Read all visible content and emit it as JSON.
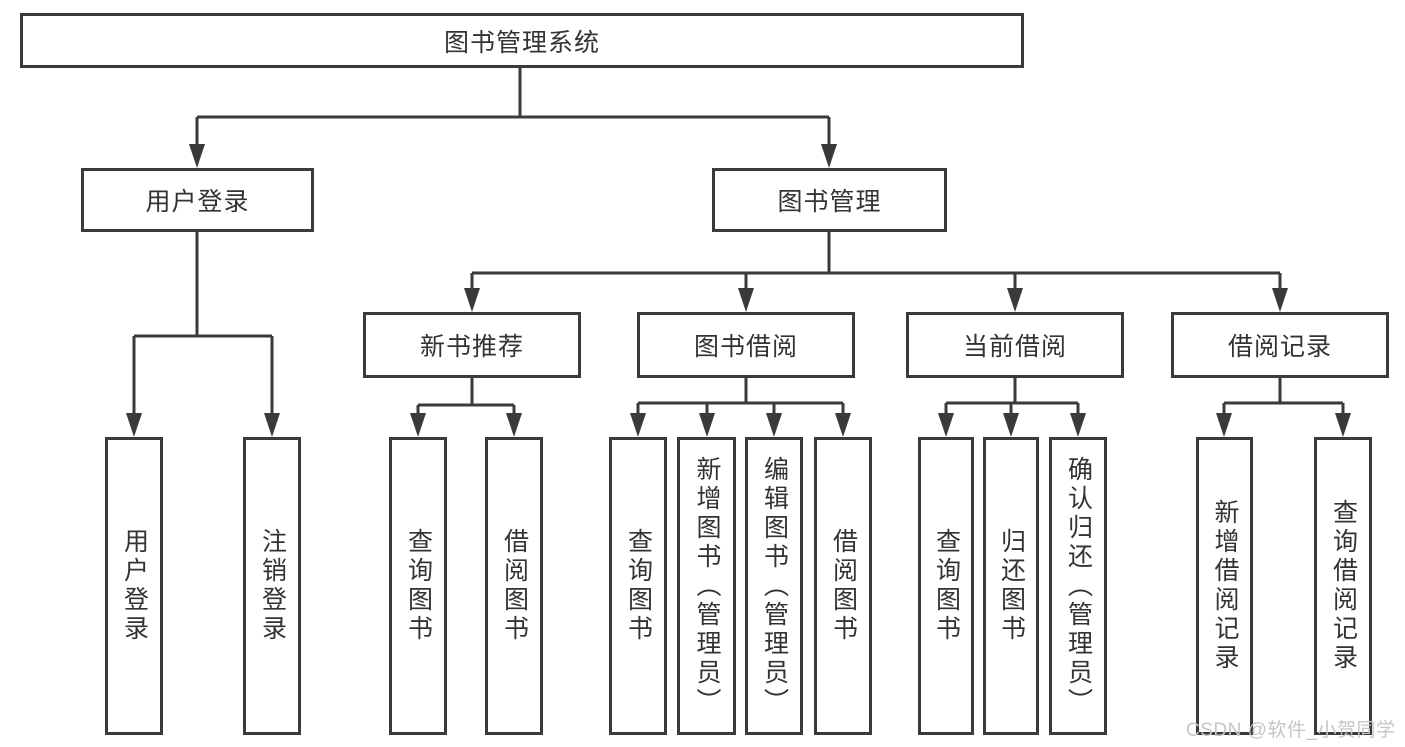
{
  "diagram": {
    "root": {
      "label": "图书管理系统"
    },
    "branches": [
      {
        "label": "用户登录",
        "children": [
          {
            "label": "用户登录"
          },
          {
            "label": "注销登录"
          }
        ]
      },
      {
        "label": "图书管理",
        "children": [
          {
            "label": "新书推荐",
            "children": [
              {
                "label": "查询图书"
              },
              {
                "label": "借阅图书"
              }
            ]
          },
          {
            "label": "图书借阅",
            "children": [
              {
                "label": "查询图书"
              },
              {
                "label": "新增图书（管理员）"
              },
              {
                "label": "编辑图书（管理员）"
              },
              {
                "label": "借阅图书"
              }
            ]
          },
          {
            "label": "当前借阅",
            "children": [
              {
                "label": "查询图书"
              },
              {
                "label": "归还图书"
              },
              {
                "label": "确认归还（管理员）"
              }
            ]
          },
          {
            "label": "借阅记录",
            "children": [
              {
                "label": "新增借阅记录"
              },
              {
                "label": "查询借阅记录"
              }
            ]
          }
        ]
      }
    ]
  },
  "watermark": {
    "text": "CSDN @软件_小贺同学"
  },
  "colors": {
    "line": "#3a3a3a",
    "text": "#333333",
    "background": "#ffffff",
    "watermark": "#c6c6ca"
  }
}
